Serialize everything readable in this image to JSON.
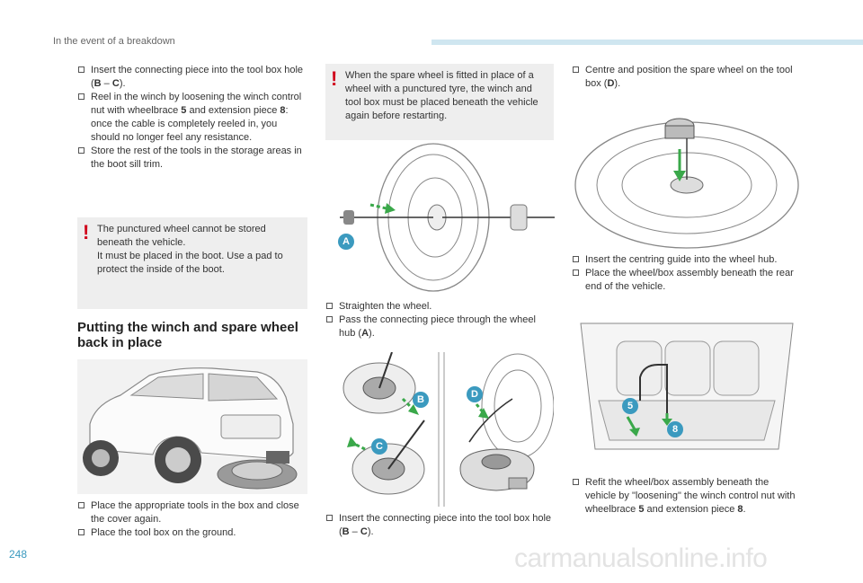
{
  "header": {
    "section": "In the event of a breakdown"
  },
  "page_number": "248",
  "watermark": "carmanualsonline.info",
  "col1": {
    "bullets": [
      {
        "parts": [
          "Insert the connecting piece into the tool box hole (",
          "B",
          " – ",
          "C",
          ")."
        ]
      },
      {
        "parts": [
          "Reel in the winch by loosening the winch control nut with wheelbrace ",
          "5",
          " and extension piece ",
          "8",
          ": once the cable is completely reeled in, you should no longer feel any resistance."
        ]
      },
      {
        "parts": [
          "Store the rest of the tools in the storage areas in the boot sill trim."
        ]
      }
    ],
    "warning": "The punctured wheel cannot be stored beneath the vehicle.\nIt must be placed in the boot. Use a pad to protect the inside of the boot.",
    "heading": "Putting the winch and spare wheel back in place",
    "bottom_bullets": [
      {
        "parts": [
          "Place the appropriate tools in the box and close the cover again."
        ]
      },
      {
        "parts": [
          "Place the tool box on the ground."
        ]
      }
    ]
  },
  "col2": {
    "warning": "When the spare wheel is fitted in place of a wheel with a punctured tyre, the winch and tool box must be placed beneath the vehicle again before restarting.",
    "fig_label_a": "A",
    "mid_bullets": [
      {
        "parts": [
          "Straighten the wheel."
        ]
      },
      {
        "parts": [
          "Pass the connecting piece through the wheel hub (",
          "A",
          ")."
        ]
      }
    ],
    "fig_labels": {
      "b": "B",
      "c": "C",
      "d": "D"
    },
    "bottom_bullets": [
      {
        "parts": [
          "Insert the connecting piece into the tool box hole (",
          "B",
          " – ",
          "C",
          ")."
        ]
      }
    ]
  },
  "col3": {
    "top_bullets": [
      {
        "parts": [
          "Centre and position the spare wheel on the tool box (",
          "D",
          ")."
        ]
      }
    ],
    "mid_bullets": [
      {
        "parts": [
          "Insert the centring guide into the wheel hub."
        ]
      },
      {
        "parts": [
          "Place the wheel/box assembly beneath the rear end of the vehicle."
        ]
      }
    ],
    "fig_labels": {
      "five": "5",
      "eight": "8"
    },
    "bottom_bullets": [
      {
        "parts": [
          "Refit the wheel/box assembly beneath the vehicle by \"loosening\" the winch control nut with wheelbrace ",
          "5",
          " and extension piece ",
          "8",
          "."
        ]
      }
    ]
  },
  "colors": {
    "accent_blue": "#3b9abf",
    "warning_red": "#d0021b",
    "green_arrow": "#3aa84a"
  }
}
